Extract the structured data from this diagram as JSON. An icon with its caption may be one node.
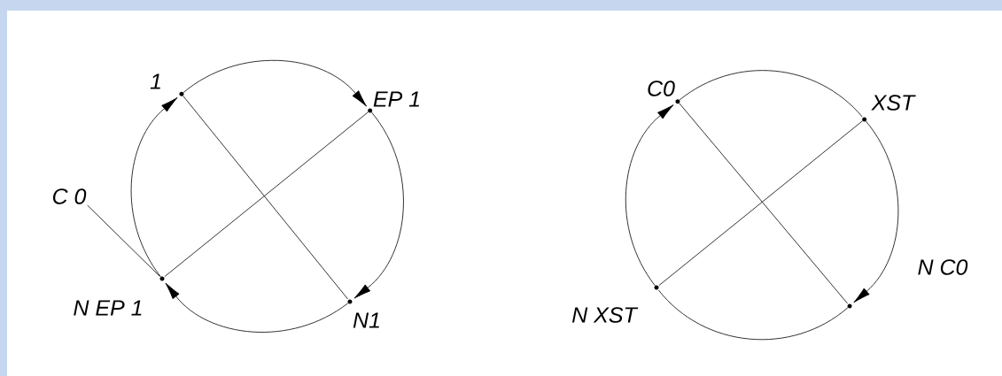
{
  "diagram": {
    "nodes": [
      {
        "text": [
          "1"
        ]
      },
      {
        "text": [
          "EP 1"
        ]
      },
      {
        "text": [
          "C 0"
        ]
      },
      {
        "text": [
          "N EP 1"
        ]
      },
      {
        "text": [
          "N1"
        ]
      },
      {
        "text": [
          "C0"
        ]
      },
      {
        "text": [
          "XST"
        ]
      },
      {
        "text": [
          "N C0"
        ]
      },
      {
        "text": [
          "N XST"
        ]
      }
    ],
    "edges": [
      {
        "from": 0,
        "to": 1,
        "arrow": "to"
      },
      {
        "from": 1,
        "to": 4,
        "arrow": "to"
      },
      {
        "from": 4,
        "to": 3,
        "arrow": "to"
      },
      {
        "from": 3,
        "to": 0,
        "arrow": "to"
      },
      {
        "from": 0,
        "to": 4,
        "arrow": "none"
      },
      {
        "from": 1,
        "to": 3,
        "arrow": "none"
      },
      {
        "from": 2,
        "to": 3,
        "arrow": "none"
      },
      {
        "from": 8,
        "to": 5,
        "arrow": "to"
      },
      {
        "from": 5,
        "to": 6,
        "arrow": "none"
      },
      {
        "from": 6,
        "to": 7,
        "arrow": "to"
      },
      {
        "from": 7,
        "to": 8,
        "arrow": "none"
      },
      {
        "from": 5,
        "to": 7,
        "arrow": "none"
      },
      {
        "from": 6,
        "to": 8,
        "arrow": "none"
      }
    ]
  }
}
